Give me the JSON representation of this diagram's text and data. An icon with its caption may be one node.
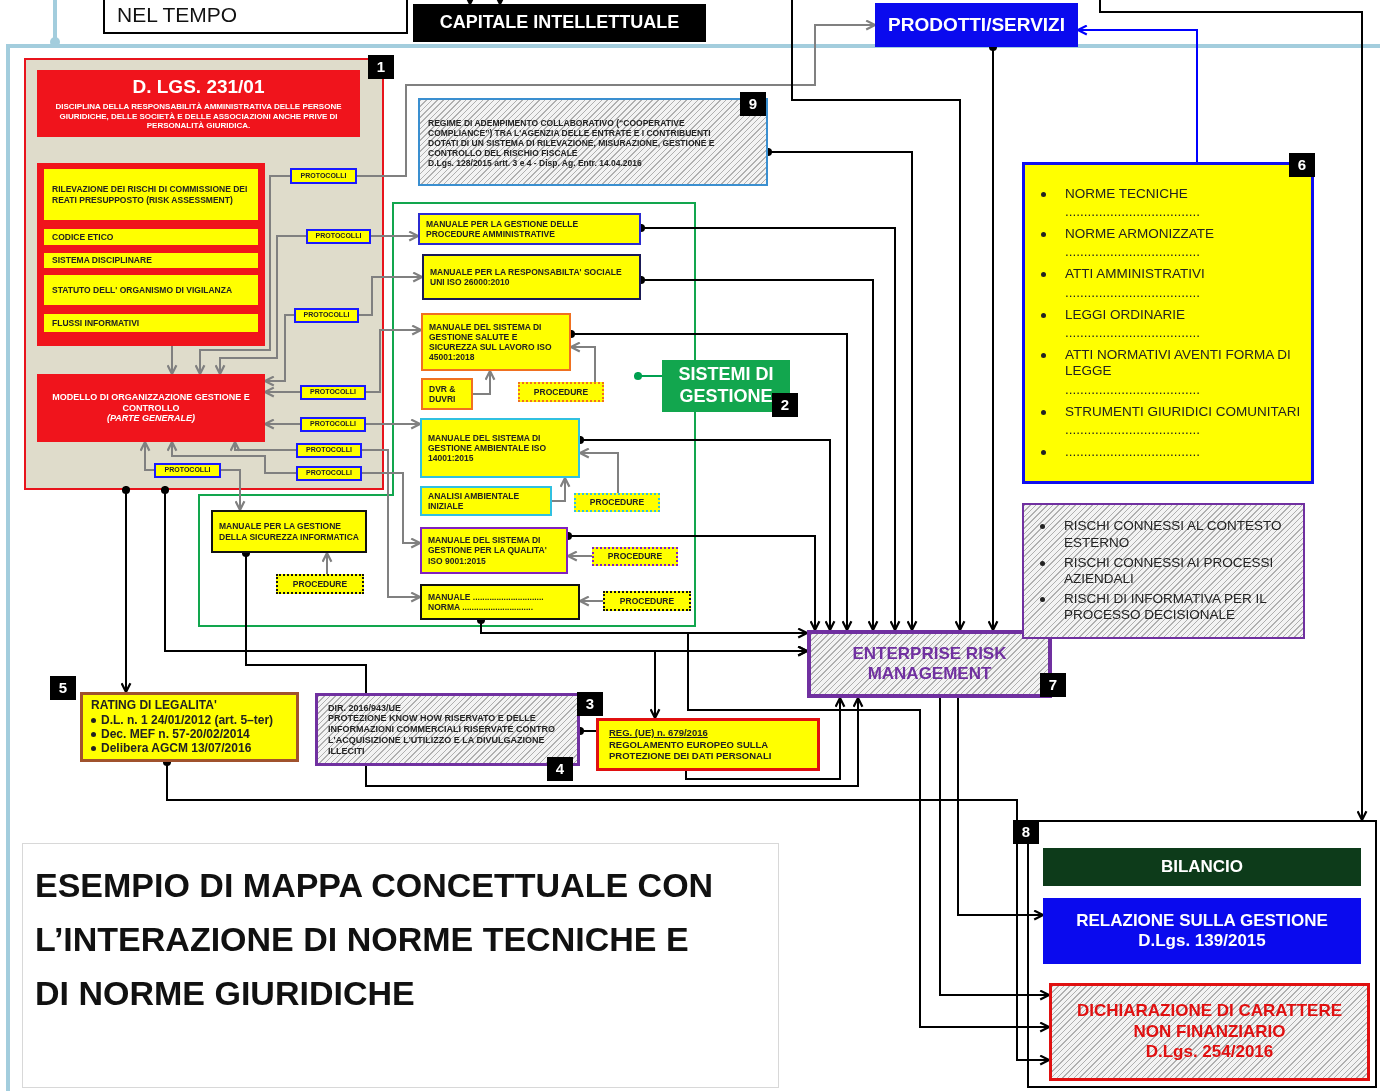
{
  "diagram": {
    "title": "ESEMPIO DI MAPPA CONCETTUALE CON L’INTERAZIONE DI NORME TECNICHE E DI NORME GIURIDICHE",
    "nodes": [
      {
        "text": [
          "NEL TEMPO"
        ]
      },
      {
        "text": [
          "CAPITALE INTELLETTUALE"
        ]
      },
      {
        "text": [
          "PRODOTTI/SERVIZI"
        ]
      },
      {
        "text": [
          "1"
        ]
      },
      {
        "text": [
          "D. LGS. 231/01",
          "DISCIPLINA DELLA RESPONSABILITÀ AMMINISTRATIVA DELLE PERSONE GIURIDICHE, DELLE SOCIETÀ E DELLE ASSOCIAZIONI ANCHE PRIVE DI PERSONALITÀ GIURIDICA."
        ],
        "in": 3
      },
      {
        "text": [],
        "shape": "box",
        "in": 3
      },
      {
        "text": [
          "RILEVAZIONE DEI RISCHI DI COMMISSIONE DEI REATI PRESUPPOSTO (RISK ASSESSMENT)"
        ],
        "in": 5
      },
      {
        "text": [
          "CODICE ETICO"
        ],
        "in": 5
      },
      {
        "text": [
          "SISTEMA DISCIPLINARE"
        ],
        "in": 5
      },
      {
        "text": [
          "STATUTO DELL' ORGANISMO DI VIGILANZA"
        ],
        "in": 5
      },
      {
        "text": [
          "FLUSSI INFORMATIVI"
        ],
        "in": 5
      },
      {
        "text": [
          "MODELLO DI ORGANIZZAZIONE GESTIONE E CONTROLLO",
          "(PARTE GENERALE)"
        ],
        "in": 3
      },
      {
        "text": [
          "PROTOCOLLI"
        ],
        "in": 3
      },
      {
        "text": [
          "PROTOCOLLI"
        ],
        "in": 3
      },
      {
        "text": [
          "PROTOCOLLI"
        ],
        "in": 3
      },
      {
        "text": [
          "PROTOCOLLI"
        ],
        "in": 3
      },
      {
        "text": [
          "PROTOCOLLI"
        ],
        "in": 3
      },
      {
        "text": [
          "PROTOCOLLI"
        ],
        "in": 3
      },
      {
        "text": [
          "PROTOCOLLI"
        ],
        "in": 3
      },
      {
        "text": [
          "PROTOCOLLI"
        ],
        "in": 3
      },
      {
        "text": [
          "REGIME DI ADEMPIMENTO COLLABORATIVO (“COOPERATIVE COMPLIANCE”) TRA L'AGENZIA DELLE ENTRATE E I CONTRIBUENTI DOTATI DI UN SISTEMA DI RILEVAZIONE, MISURAZIONE, GESTIONE E CONTROLLO DEL RISCHIO FISCALE",
          "D.Lgs. 128/2015 artt. 3 e 4 - Disp. Ag. Entr. 14.04.2016",
          "9"
        ]
      },
      {
        "text": [],
        "shape": "box"
      },
      {
        "text": [
          "SISTEMI DI GESTIONE",
          "2"
        ]
      },
      {
        "text": [
          "MANUALE PER LA GESTIONE DELLE PROCEDURE AMMINISTRATIVE"
        ],
        "in": 21
      },
      {
        "text": [
          "MANUALE PER LA RESPONSABILTA' SOCIALE UNI ISO 26000:2010"
        ],
        "in": 21
      },
      {
        "text": [
          "MANUALE DEL SISTEMA DI GESTIONE SALUTE E SICUREZZA SUL LAVORO ISO 45001:2018"
        ],
        "in": 21
      },
      {
        "text": [
          "DVR & DUVRI"
        ],
        "in": 21
      },
      {
        "text": [
          "PROCEDURE"
        ],
        "in": 21
      },
      {
        "text": [
          "MANUALE DEL SISTEMA DI GESTIONE AMBIENTALE ISO 14001:2015"
        ],
        "in": 21
      },
      {
        "text": [
          "ANALISI AMBIENTALE INIZIALE"
        ],
        "in": 21
      },
      {
        "text": [
          "PROCEDURE"
        ],
        "in": 21
      },
      {
        "text": [
          "MANUALE DEL SISTEMA DI GESTIONE PER LA QUALITA' ISO 9001:2015"
        ],
        "in": 21
      },
      {
        "text": [
          "PROCEDURE"
        ],
        "in": 21
      },
      {
        "text": [
          "MANUALE ..............................",
          "NORMA .............................."
        ],
        "in": 21
      },
      {
        "text": [
          "PROCEDURE"
        ],
        "in": 21
      },
      {
        "text": [
          "MANUALE PER LA GESTIONE DELLA SICUREZZA INFORMATICA"
        ],
        "in": 21
      },
      {
        "text": [
          "PROCEDURE"
        ],
        "in": 21
      },
      {
        "text": [
          "ENTERPRISE RISK MANAGEMENT",
          "7"
        ]
      },
      {
        "text": [
          "RISCHI CONNESSI AL CONTESTO ESTERNO",
          "RISCHI CONNESSI AI PROCESSI AZIENDALI",
          "RISCHI DI INFORMATIVA PER IL PROCESSO DECISIONALE"
        ]
      },
      {
        "text": [
          "NORME TECNICHE",
          "....................................",
          "NORME ARMONIZZATE",
          "....................................",
          "ATTI AMMINISTRATIVI",
          "....................................",
          "LEGGI ORDINARIE",
          "....................................",
          "ATTI NORMATIVI AVENTI FORMA DI LEGGE",
          "....................................",
          "STRUMENTI GIURIDICI COMUNITARI",
          "....................................",
          "....................................",
          "6"
        ]
      },
      {
        "text": [
          "RATING DI LEGALITA'",
          "D.L. n. 1 24/01/2012 (art. 5–ter)",
          "Dec. MEF n. 57-20/02/2014",
          "Delibera AGCM 13/07/2016",
          "5"
        ]
      },
      {
        "text": [
          "DIR. 2016/943/UE",
          "PROTEZIONE KNOW HOW RISERVATO E DELLE INFORMAZIONI COMMERCIALI RISERVATE CONTRO L'ACQUISIZIONE L'UTILIZZO E LA DIVULGAZIONE ILLECITI",
          "4"
        ]
      },
      {
        "text": [
          "REG. (UE) n. 679/2016",
          "REGOLAMENTO EUROPEO SULLA PROTEZIONE DEI DATI PERSONALI",
          "3"
        ]
      },
      {
        "text": [
          "8"
        ]
      },
      {
        "text": [
          "BILANCIO"
        ],
        "in": 43
      },
      {
        "text": [
          "RELAZIONE SULLA GESTIONE",
          "D.Lgs. 139/2015"
        ],
        "in": 43
      },
      {
        "text": [
          "DICHIARAZIONE DI CARATTERE NON FINANZIARIO",
          "D.Lgs. 254/2016"
        ],
        "in": 43
      }
    ],
    "edges": [
      {
        "from": 5,
        "to": 11,
        "arrow": "to"
      },
      {
        "from": 12,
        "to": 11,
        "arrow": "to"
      },
      {
        "from": 12,
        "to": 2,
        "arrow": "to"
      },
      {
        "from": 13,
        "to": 11,
        "arrow": "to"
      },
      {
        "from": 13,
        "to": 23,
        "arrow": "to"
      },
      {
        "from": 14,
        "to": 11,
        "arrow": "to"
      },
      {
        "from": 14,
        "to": 24,
        "arrow": "to"
      },
      {
        "from": 15,
        "to": 11,
        "arrow": "to"
      },
      {
        "from": 15,
        "to": 25,
        "arrow": "to"
      },
      {
        "from": 16,
        "to": 11,
        "arrow": "to"
      },
      {
        "from": 16,
        "to": 28,
        "arrow": "to"
      },
      {
        "from": 17,
        "to": 11,
        "arrow": "to"
      },
      {
        "from": 17,
        "to": 33,
        "arrow": "to"
      },
      {
        "from": 18,
        "to": 11,
        "arrow": "to"
      },
      {
        "from": 18,
        "to": 31,
        "arrow": "to"
      },
      {
        "from": 19,
        "to": 11,
        "arrow": "to"
      },
      {
        "from": 19,
        "to": 35,
        "arrow": "to"
      },
      {
        "from": 26,
        "to": 25,
        "arrow": "to"
      },
      {
        "from": 27,
        "to": 25,
        "arrow": "to"
      },
      {
        "from": 29,
        "to": 28,
        "arrow": "to"
      },
      {
        "from": 30,
        "to": 28,
        "arrow": "to"
      },
      {
        "from": 32,
        "to": 31,
        "arrow": "to"
      },
      {
        "from": 34,
        "to": 33,
        "arrow": "to"
      },
      {
        "from": 36,
        "to": 35,
        "arrow": "to"
      },
      {
        "from": 20,
        "to": 37,
        "arrow": "to",
        "color": "#000000"
      },
      {
        "from": 23,
        "to": 37,
        "arrow": "to",
        "color": "#000000"
      },
      {
        "from": 24,
        "to": 37,
        "arrow": "to",
        "color": "#000000"
      },
      {
        "from": 25,
        "to": 37,
        "arrow": "to",
        "color": "#000000"
      },
      {
        "from": 28,
        "to": 37,
        "arrow": "to",
        "color": "#000000"
      },
      {
        "from": 31,
        "to": 37,
        "arrow": "to",
        "color": "#000000"
      },
      {
        "from": 33,
        "to": 37,
        "arrow": "to",
        "color": "#000000"
      },
      {
        "from": 3,
        "to": 37,
        "arrow": "to",
        "color": "#000000"
      },
      {
        "from": 3,
        "to": 40,
        "arrow": "to",
        "color": "#000000"
      },
      {
        "from": 2,
        "to": 37,
        "arrow": "to",
        "color": "#000000"
      },
      {
        "from": null,
        "to": 37,
        "arrow": "to",
        "color": "#000000"
      },
      {
        "from": null,
        "to": 43,
        "arrow": "to",
        "color": "#000000"
      },
      {
        "from": 39,
        "to": 2,
        "arrow": "to",
        "color": "#0000ff"
      },
      {
        "from": 42,
        "to": 37,
        "arrow": "both",
        "color": "#000000"
      },
      {
        "from": 41,
        "to": 42,
        "arrow": "other",
        "color": "#000000"
      },
      {
        "from": 35,
        "to": 41,
        "arrow": "other",
        "color": "#000000"
      },
      {
        "from": 41,
        "to": 37,
        "arrow": "to",
        "color": "#000000"
      },
      {
        "from": 42,
        "to": 37,
        "arrow": "to",
        "color": "#000000"
      },
      {
        "from": 33,
        "to": 46,
        "arrow": "to",
        "color": "#000000"
      },
      {
        "from": 37,
        "to": 45,
        "arrow": "to",
        "color": "#000000"
      },
      {
        "from": 37,
        "to": 46,
        "arrow": "to",
        "color": "#000000"
      },
      {
        "from": 40,
        "to": 46,
        "arrow": "to",
        "color": "#000000"
      },
      {
        "from": null,
        "to": 1,
        "arrow": "to",
        "color": "#000000"
      },
      {
        "from": null,
        "to": 1,
        "arrow": "to",
        "color": "#000000"
      },
      {
        "from": null,
        "to": 22,
        "arrow": "other",
        "color": "#00a050"
      }
    ]
  }
}
